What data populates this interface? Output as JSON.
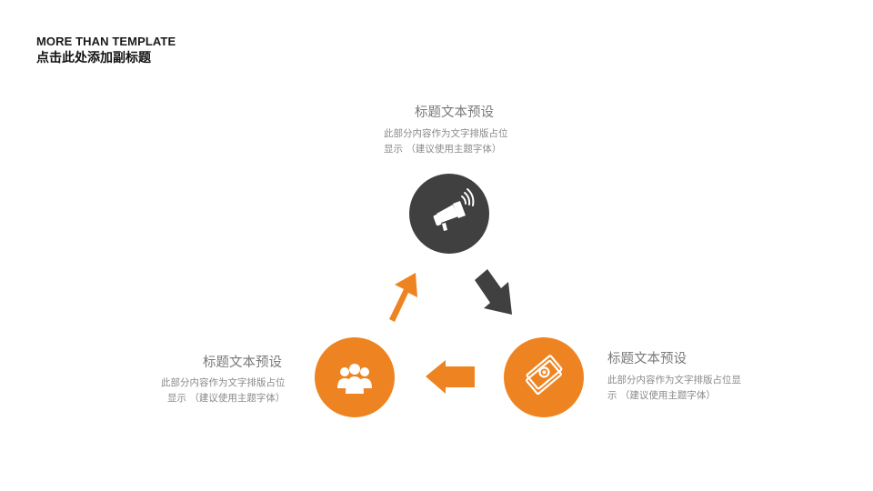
{
  "header": {
    "title_en": "MORE THAN TEMPLATE",
    "subtitle_cn": "点击此处添加副标题"
  },
  "colors": {
    "orange": "#EE8421",
    "dark": "#404040",
    "text_title": "#7a7a7a",
    "text_body": "#8a8a8a"
  },
  "blocks": {
    "top": {
      "title": "标题文本预设",
      "line1": "此部分内容作为文字排版占位",
      "line2": "显示 （建议使用主题字体）",
      "icon": "megaphone-icon"
    },
    "right": {
      "title": "标题文本预设",
      "line1": "此部分内容作为文字排版占位显",
      "line2": "示 （建议使用主题字体）",
      "icon": "money-icon"
    },
    "left": {
      "title": "标题文本预设",
      "line1": "此部分内容作为文字排版占位",
      "line2": "显示 （建议使用主题字体）",
      "icon": "team-icon"
    }
  }
}
